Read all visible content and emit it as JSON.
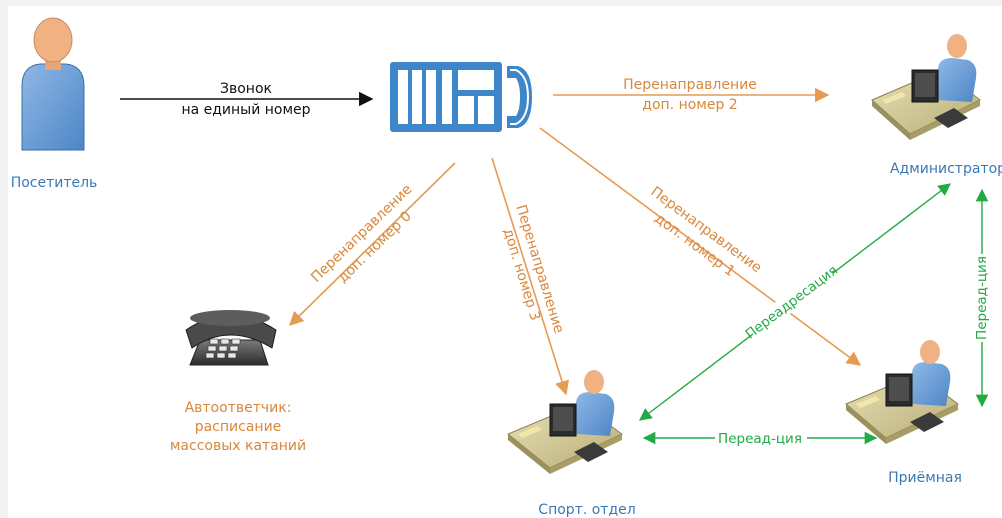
{
  "nodes": {
    "visitor": {
      "label": "Посетитель"
    },
    "pbx": {
      "label": ""
    },
    "administrator": {
      "label": "Администратор"
    },
    "answering_machine": {
      "label_lines": [
        "Автоответчик:",
        "расписание",
        "массовых катаний"
      ]
    },
    "sport_dept": {
      "label": "Спорт. отдел"
    },
    "reception": {
      "label": "Приёмная"
    }
  },
  "edges": {
    "call": {
      "lines": [
        "Звонок",
        "на единый номер"
      ]
    },
    "to_admin": {
      "lines": [
        "Перенаправление",
        "доп. номер 2"
      ]
    },
    "to_answering": {
      "lines": [
        "Перенаправление",
        "доп. номер 0"
      ]
    },
    "to_sport": {
      "lines": [
        "Перенаправление",
        "доп. номер 3"
      ]
    },
    "to_reception": {
      "lines": [
        "Перенаправление",
        "доп. номер 1"
      ]
    },
    "sport_admin": {
      "label": "Переадресация"
    },
    "sport_reception": {
      "label": "Переад-ция"
    },
    "admin_reception": {
      "label": "Переад-ция"
    }
  },
  "colors": {
    "black_edge": "#111111",
    "orange_edge": "#e69b52",
    "orange_text": "#d9873a",
    "green_edge": "#22aa44",
    "node_label_blue": "#3b78b8",
    "pbx_blue": "#3c86c9"
  }
}
